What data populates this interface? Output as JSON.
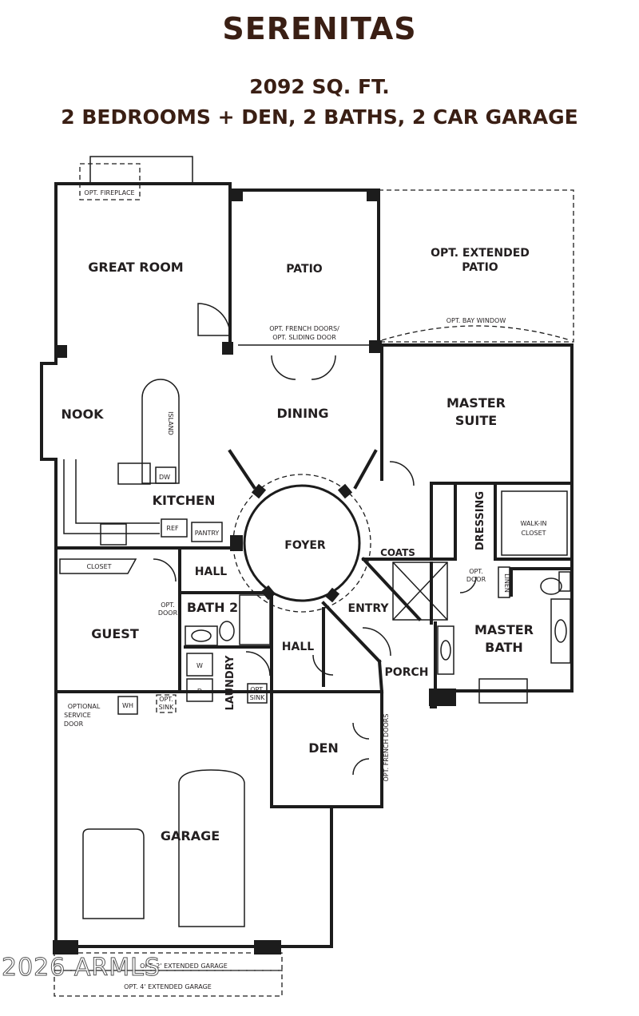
{
  "header": {
    "title": "SERENITAS",
    "sqft": "2092 SQ. FT.",
    "summary": "2 BEDROOMS + DEN, 2 BATHS, 2 CAR GARAGE"
  },
  "rooms": {
    "great_room": "GREAT ROOM",
    "patio": "PATIO",
    "ext_patio_1": "OPT. EXTENDED",
    "ext_patio_2": "PATIO",
    "nook": "NOOK",
    "dining": "DINING",
    "master_suite_1": "MASTER",
    "master_suite_2": "SUITE",
    "kitchen": "KITCHEN",
    "foyer": "FOYER",
    "dressing": "DRESSING",
    "coats": "COATS",
    "hall_upper": "HALL",
    "hall_lower": "HALL",
    "bath2": "BATH 2",
    "entry": "ENTRY",
    "guest": "GUEST",
    "master_bath_1": "MASTER",
    "master_bath_2": "BATH",
    "laundry": "LAUNDRY",
    "porch": "PORCH",
    "den": "DEN",
    "garage": "GARAGE"
  },
  "notes": {
    "opt_fireplace": "OPT. FIREPLACE",
    "opt_french_doors": "OPT. FRENCH DOORS/",
    "opt_sliding_door": "OPT. SLIDING DOOR",
    "opt_bay_window": "OPT. BAY WINDOW",
    "island": "ISLAND",
    "dw": "DW",
    "ref": "REF",
    "pantry": "PANTRY",
    "closet": "CLOSET",
    "walk_in_1": "WALK-IN",
    "walk_in_2": "CLOSET",
    "opt_door_bath2_1": "OPT.",
    "opt_door_bath2_2": "DOOR",
    "opt_door_master_1": "OPT.",
    "opt_door_master_2": "DOOR",
    "linen": "LINEN",
    "washer": "W",
    "dryer": "D",
    "wh": "WH",
    "opt_sink_1": "OPT.",
    "opt_sink_2": "SINK",
    "opt_sink_laundry_1": "OPT.",
    "opt_sink_laundry_2": "SINK",
    "optional_1": "OPTIONAL",
    "optional_2": "SERVICE",
    "optional_3": "DOOR",
    "den_french": "OPT. FRENCH DOORS",
    "ext_garage_1": "OPT. 2' EXTENDED GARAGE",
    "ext_garage_2": "OPT. 4' EXTENDED GARAGE"
  },
  "watermark": "2026 ARMLS"
}
